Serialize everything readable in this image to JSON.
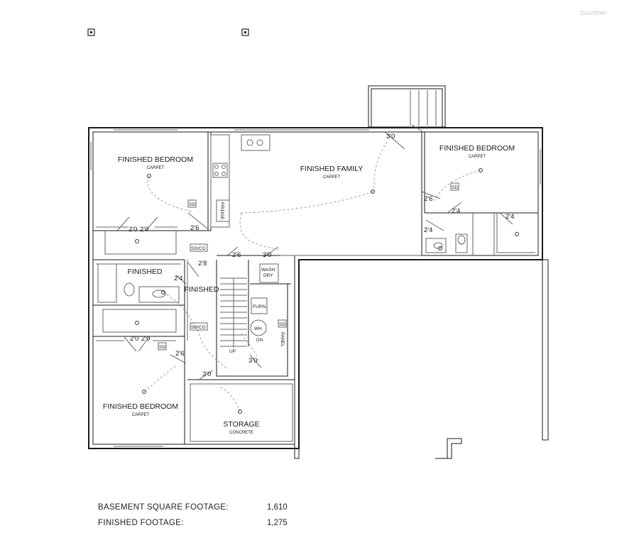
{
  "watermark": "Courtmer",
  "rooms": {
    "bedroom_nw": {
      "name": "FINISHED BEDROOM",
      "floor": "CARPET"
    },
    "family": {
      "name": "FINISHED FAMILY",
      "floor": "CARPET"
    },
    "bedroom_ne": {
      "name": "FINISHED BEDROOM",
      "floor": "CARPET"
    },
    "bath_w": {
      "name": "FINISHED"
    },
    "hall": {
      "name": "FINISHED"
    },
    "bedroom_sw": {
      "name": "FINISHED BEDROOM",
      "floor": "CARPET"
    },
    "storage": {
      "name": "STORAGE",
      "floor": "CONCRETE"
    }
  },
  "labels": {
    "fridge": "FRIDGE",
    "wash_dry": [
      "WASH",
      "DRY"
    ],
    "furn": "FURN.",
    "wh": "WH",
    "panel": "PANEL",
    "up": "UP",
    "dn": "DN",
    "sd": "SD",
    "sdco": "SD/CO"
  },
  "doors": {
    "d1": "2'0",
    "d2": "2'0",
    "d3": "2'6",
    "d4": "2'6",
    "d5": "3'0",
    "d6": "2'8",
    "d7": "2'4",
    "d8": "2'0",
    "d9": "2'0",
    "d10": "2'6",
    "d11": "3'0",
    "d12": "3'0",
    "d13": "3'0",
    "d14": "2'6",
    "d15": "2'4",
    "d16": "2'4",
    "d17": "2'4"
  },
  "footage": {
    "basement_label": "BASEMENT SQUARE FOOTAGE:",
    "basement_value": "1,610",
    "finished_label": "FINISHED FOOTAGE:",
    "finished_value": "1,275"
  }
}
